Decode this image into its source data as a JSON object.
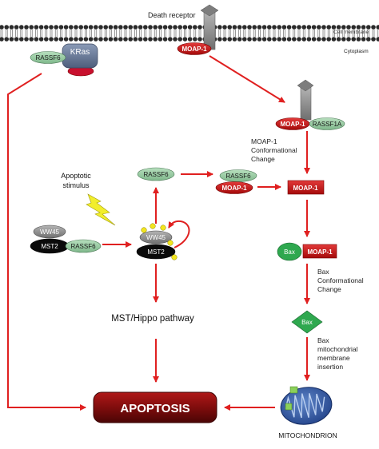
{
  "labels": {
    "death_receptor": "Death receptor",
    "cell_membrane": "Cell membrane",
    "cytoplasm": "Cytoplasm",
    "apoptotic_stimulus_line1": "Apoptotic",
    "apoptotic_stimulus_line2": "stimulus",
    "moap1_change_line1": "MOAP-1",
    "moap1_change_line2": "Conformational",
    "moap1_change_line3": "Change",
    "bax_change_line1": "Bax",
    "bax_change_line2": "Conformational",
    "bax_change_line3": "Change",
    "bax_insert_line1": "Bax",
    "bax_insert_line2": "mitochondrial",
    "bax_insert_line3": "membrane",
    "bax_insert_line4": "insertion",
    "mst_hippo": "MST/Hippo pathway",
    "apoptosis": "APOPTOSIS",
    "mitochondrion": "MITOCHONDRION"
  },
  "molecules": {
    "kras": "KRas",
    "rassf6_membrane": "RASSF6",
    "moap1_receptor": "MOAP-1",
    "moap1_complex": "MOAP-1",
    "rassf1a": "RASSF1A",
    "ww45_left": "WW45",
    "mst2_left": "MST2",
    "rassf6_left": "RASSF6",
    "ww45_center": "WW45",
    "mst2_center": "MST2",
    "rassf6_free": "RASSF6",
    "rassf6_pair": "RASSF6",
    "moap1_pair": "MOAP-1",
    "moap1_active": "MOAP-1",
    "bax_circle": "Bax",
    "moap1_bax": "MOAP-1",
    "bax_diamond": "Bax"
  },
  "colors": {
    "arrow": "#e02020",
    "moap1_red": "#c8102e",
    "rassf_green": "#8fc49a",
    "kras_slate": "#6d7e9c",
    "membrane": "#2a2a2a",
    "receptor": "#8a8a8a",
    "bax_green": "#2fa84f",
    "apoptosis_dark": "#6a0a0a"
  }
}
